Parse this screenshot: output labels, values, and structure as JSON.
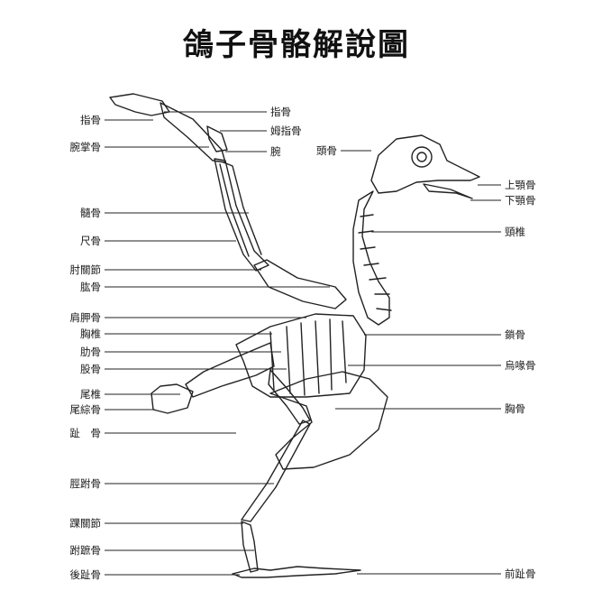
{
  "title": "鴿子骨骼解說圖",
  "labels": {
    "left": [
      {
        "id": "digit-left",
        "text": "指骨"
      },
      {
        "id": "carpometacarpus",
        "text": "腕掌骨"
      },
      {
        "id": "radius",
        "text": "髓骨"
      },
      {
        "id": "ulna",
        "text": "尺骨"
      },
      {
        "id": "elbow-joint",
        "text": "肘關節"
      },
      {
        "id": "humerus",
        "text": "肱骨"
      },
      {
        "id": "scapula",
        "text": "肩胛骨"
      },
      {
        "id": "thoracic-vertebrae",
        "text": "胸椎"
      },
      {
        "id": "ribs",
        "text": "肋骨"
      },
      {
        "id": "femur",
        "text": "股骨"
      },
      {
        "id": "caudal-vertebrae",
        "text": "尾椎"
      },
      {
        "id": "pygostyle",
        "text": "尾綜骨"
      },
      {
        "id": "toe-left",
        "text": "趾　骨"
      },
      {
        "id": "tibiotarsus",
        "text": "脛跗骨"
      },
      {
        "id": "ankle-joint",
        "text": "踝關節"
      },
      {
        "id": "tarsometatarsus",
        "text": "跗蹠骨"
      },
      {
        "id": "hind-toe",
        "text": "後趾骨"
      }
    ],
    "top": [
      {
        "id": "digit-top",
        "text": "指骨"
      },
      {
        "id": "thumb",
        "text": "姆指骨"
      },
      {
        "id": "wrist",
        "text": "腕"
      }
    ],
    "right": [
      {
        "id": "skull",
        "text": "頭骨"
      },
      {
        "id": "upper-jaw",
        "text": "上顎骨"
      },
      {
        "id": "lower-jaw",
        "text": "下顎骨"
      },
      {
        "id": "cervical-vertebrae",
        "text": "頸椎"
      },
      {
        "id": "clavicle",
        "text": "鎖骨"
      },
      {
        "id": "coracoid",
        "text": "烏喙骨"
      },
      {
        "id": "sternum",
        "text": "胸骨"
      },
      {
        "id": "front-toe",
        "text": "前趾骨"
      }
    ]
  }
}
